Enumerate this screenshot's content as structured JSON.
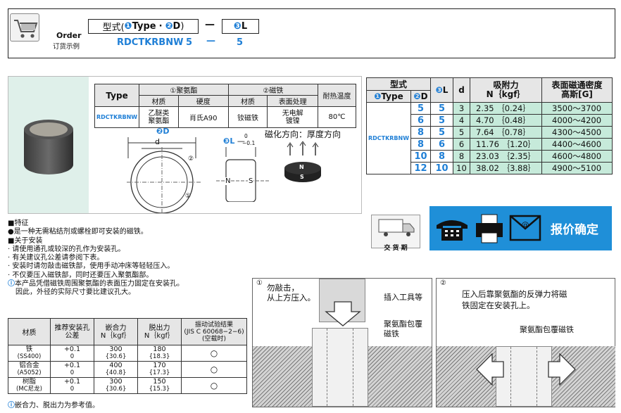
{
  "order": {
    "title": "Order",
    "subtitle": "订货示例",
    "type_label": "型式(",
    "type_a": "Type",
    "type_sep": "·",
    "type_b": "D",
    "type_close": ")",
    "dash": "—",
    "l_label": "L",
    "code": "RDCTKRBNW",
    "d_value": "5",
    "l_value": "5"
  },
  "spec_table": {
    "col_type": "Type",
    "col_group1": "①聚氨酯",
    "col_group2": "②磁铁",
    "col_temp": "耐热温度",
    "sub_material": "材质",
    "sub_hardness": "硬度",
    "sub_material2": "材质",
    "sub_surface": "表面处理",
    "row_code": "RDCTKRBNW",
    "row_material1": "乙醚类\n聚氨酯",
    "row_hardness": "肖氏A90",
    "row_material2": "钕磁铁",
    "row_surface": "无电解\n镀镍",
    "row_temp": "80℃"
  },
  "drawing": {
    "d_label": "D",
    "d_small": "d",
    "l_label": "L",
    "tol_top": "0",
    "tol_bottom": "−0.1",
    "magnet_dir": "磁化方向：厚度方向",
    "n_label": "N",
    "s_label": "S",
    "circle1": "①",
    "circle2": "②"
  },
  "magnet_table": {
    "h_type_group": "型式",
    "h_type": "Type",
    "h_d": "D",
    "h_l": "L",
    "h_small_d": "d",
    "h_force": "吸附力",
    "h_force_unit": "N｛kgf｝",
    "h_flux": "表面磁通密度",
    "h_flux_unit": "高斯[G]",
    "code": "RDCTKRBNW",
    "rows": [
      {
        "D": "5",
        "L": "5",
        "d": "3",
        "force": "2.35 ｛0.24｝",
        "flux": "3500～3700"
      },
      {
        "D": "6",
        "L": "5",
        "d": "4",
        "force": "4.70 ｛0.48｝",
        "flux": "4000～4200"
      },
      {
        "D": "8",
        "L": "5",
        "d": "5",
        "force": "7.64 ｛0.78｝",
        "flux": "4300～4500"
      },
      {
        "D": "8",
        "L": "6",
        "d": "6",
        "force": "11.76 ｛1.20｝",
        "flux": "4400～4600"
      },
      {
        "D": "10",
        "L": "8",
        "d": "8",
        "force": "23.03 ｛2.35｝",
        "flux": "4600～4800"
      },
      {
        "D": "12",
        "L": "10",
        "d": "10",
        "force": "38.02 ｛3.88｝",
        "flux": "4900～5100"
      }
    ]
  },
  "banner": {
    "delivery": "交 货 期",
    "quote": "报价确定"
  },
  "notes": {
    "features_title": "■特征",
    "feature1": "●是一种无需粘结剂或螺栓即可安装的磁铁。",
    "install_title": "■关于安装",
    "install1": "· 请使用通孔或较深的孔作为安装孔。",
    "install2": "· 有关建议孔公差请参阅下表。",
    "install3": "· 安装时请勿敲击磁铁部，使用手动冲床等轻轻压入。",
    "install4": "· 不仅要压入磁铁部，同时还要压入聚氨酯部。",
    "note1": "本产品凭借磁铁周围聚氨酯的表面压力固定在安装孔。",
    "note2": "因此，外径的实际尺寸要比建议孔大。"
  },
  "force_table": {
    "h_material": "材质",
    "h_hole": "推荐安装孔\n公差",
    "h_insert": "嵌合力\nN｛kgf｝",
    "h_extract": "脱出力\nN｛kgf｝",
    "h_test": "振动试验结果\n(JIS C 60068−2−6)\n(空载时)",
    "rows": [
      {
        "material": "铁",
        "sub": "(SS400)",
        "tol_top": "+0.1",
        "tol_bottom": "0",
        "insert": "300",
        "insert_kgf": "{30.6}",
        "extract": "180",
        "extract_kgf": "{18.3}",
        "result": "○"
      },
      {
        "material": "铝合金",
        "sub": "(A5052)",
        "tol_top": "+0.1",
        "tol_bottom": "0",
        "insert": "400",
        "insert_kgf": "{40.8}",
        "extract": "170",
        "extract_kgf": "{17.3}",
        "result": "○"
      },
      {
        "material": "树脂",
        "sub": "(MC尼龙)",
        "tol_top": "+0.1",
        "tol_bottom": "0",
        "insert": "300",
        "insert_kgf": "{30.6}",
        "extract": "150",
        "extract_kgf": "{15.3}",
        "result": "○"
      }
    ],
    "footnote": "嵌合力、脱出力为参考值。"
  },
  "step1": {
    "num": "①",
    "text1": "勿敲击，",
    "text2": "从上方压入。",
    "tool": "插入工具等",
    "magnet1": "聚氨酯包覆",
    "magnet2": "磁铁"
  },
  "step2": {
    "num": "②",
    "text1": "压入后靠聚氨酯的反弹力将磁",
    "text2": "铁固定在安装孔上。",
    "magnet": "聚氨酯包覆磁铁"
  },
  "colors": {
    "accent_blue": "#1f7fd6",
    "table_green": "#c6eada",
    "banner_blue": "#1f8fd8"
  }
}
